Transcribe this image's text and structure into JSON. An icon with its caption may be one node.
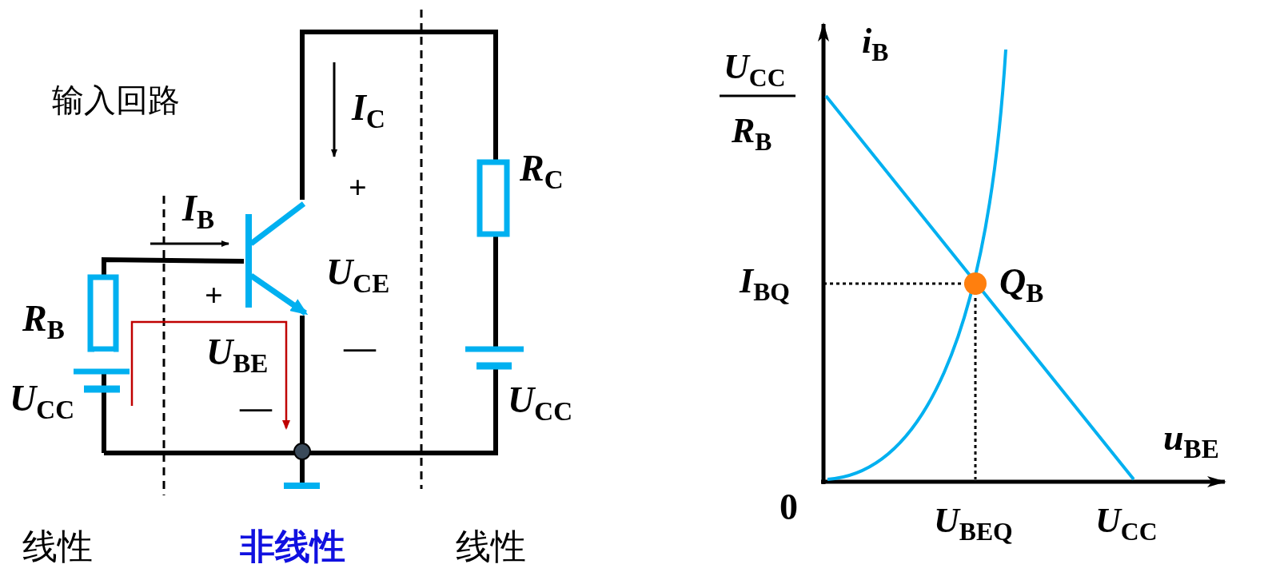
{
  "diagram": {
    "labels": [
      "输入回路",
      "*I*$_{C}$",
      "+",
      "*R*$_{C}$",
      "*I*$_{B}$",
      "+",
      "*U*$_{CE}$",
      "—",
      "*R*$_{B}$",
      "*U*$_{BE}$",
      "—",
      "*U*$_{CC}$",
      "*U*$_{CC}$",
      "线性",
      "非线性",
      "线性",
      "*i*$_{B}$",
      "*U*$_{CC}$",
      "*R*$_{B}$",
      "*I*$_{BQ}$",
      "*Q*$_{B}$",
      "*u*$_{BE}$",
      "0",
      "*U*$_{BEQ}$",
      "*U*$_{CC}$"
    ]
  }
}
